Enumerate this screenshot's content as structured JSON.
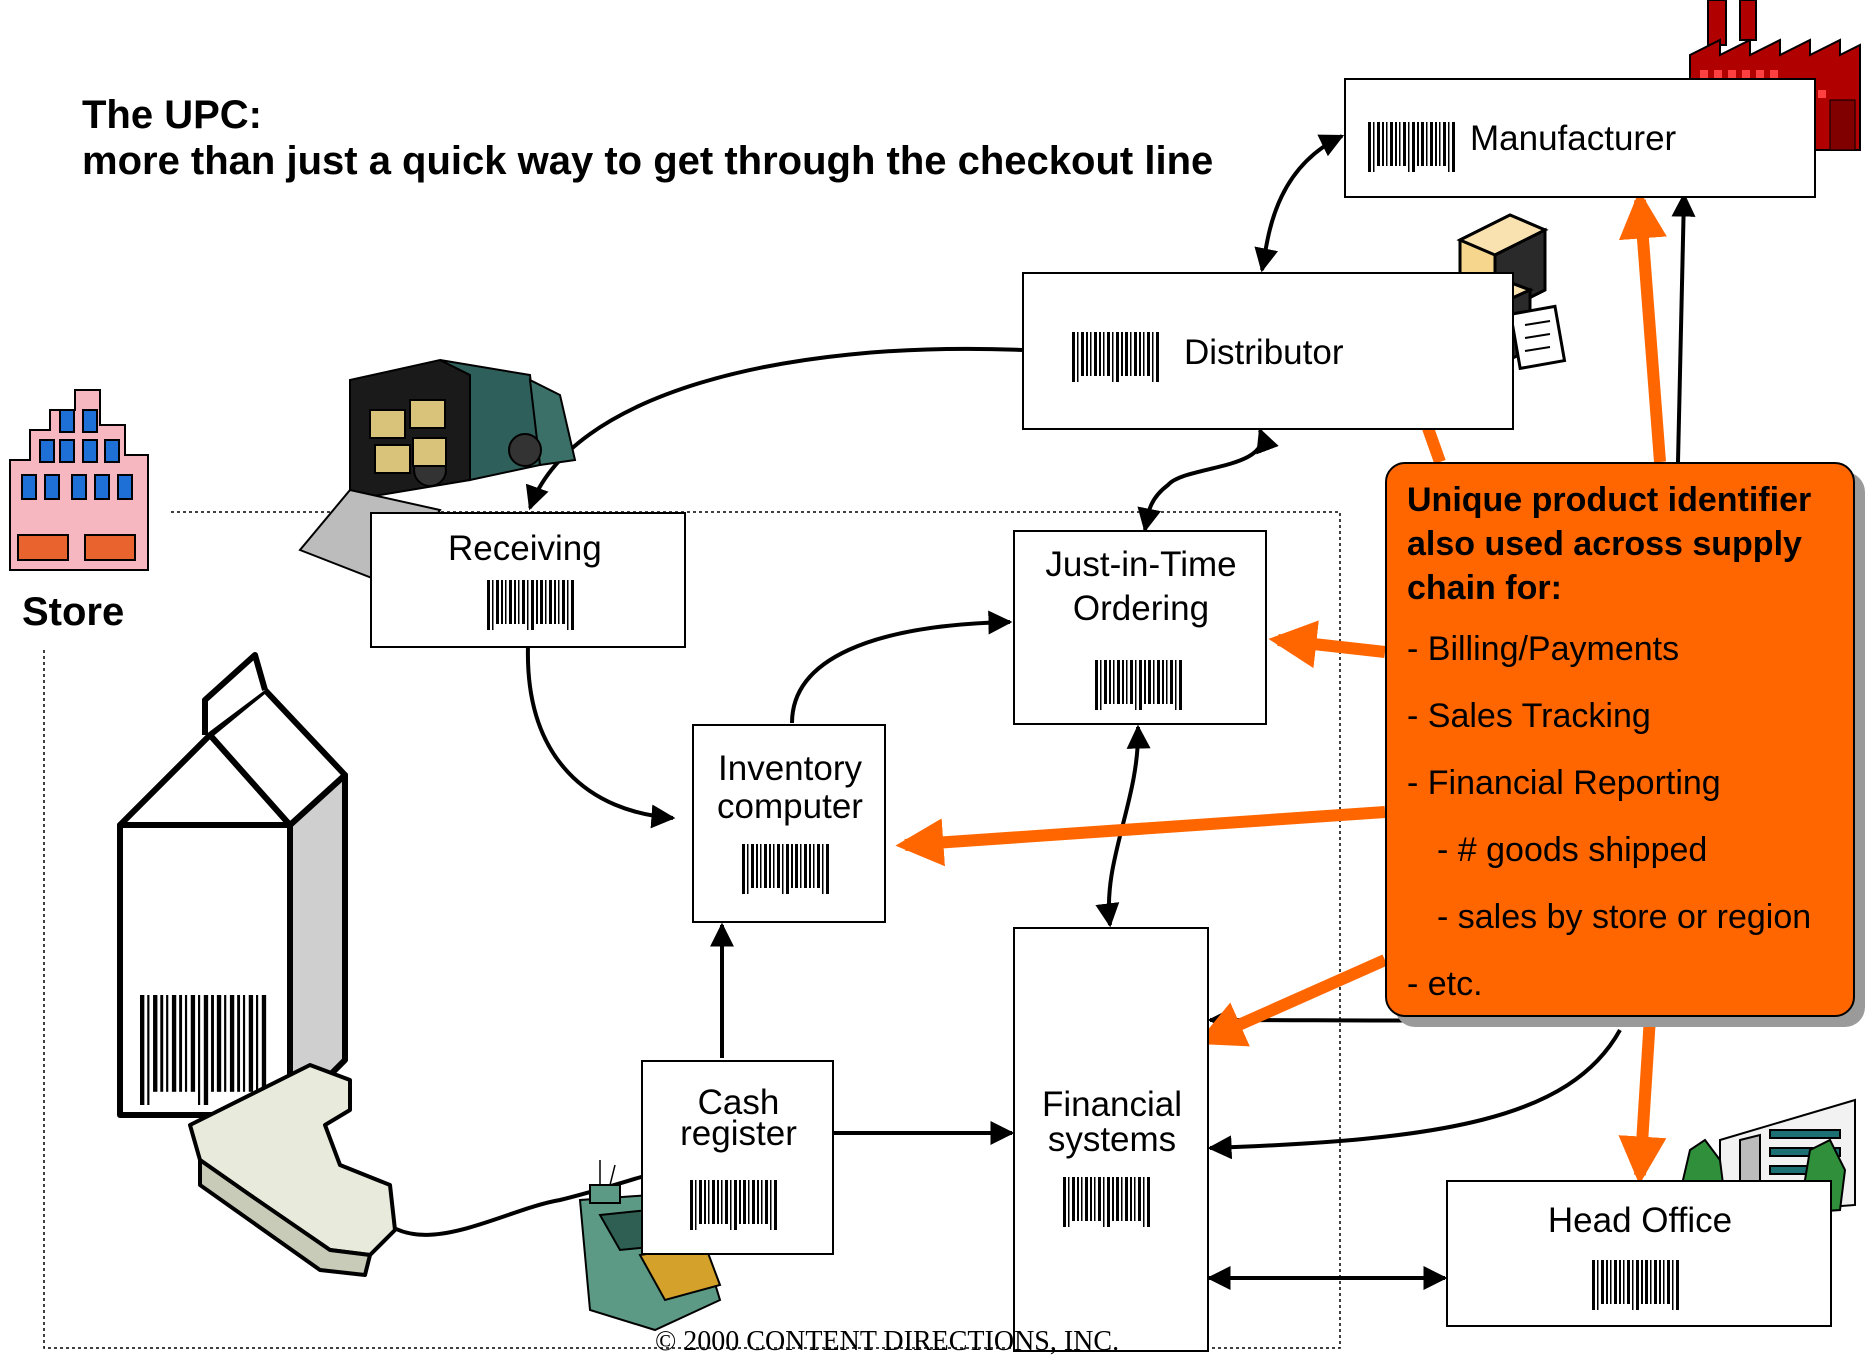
{
  "title": {
    "line1": "The UPC:",
    "line2": "more than just a quick way to get through the checkout line"
  },
  "store_label": "Store",
  "nodes": {
    "manufacturer": "Manufacturer",
    "distributor": "Distributor",
    "receiving": "Receiving",
    "jit_line1": "Just-in-Time",
    "jit_line2": "Ordering",
    "inventory_line1": "Inventory",
    "inventory_line2": "computer",
    "cash_line1": "Cash",
    "cash_line2": "register",
    "financial_line1": "Financial",
    "financial_line2": "systems",
    "head_office": "Head Office"
  },
  "callout": {
    "heading_line1": "Unique product identifier",
    "heading_line2": "also used across supply",
    "heading_line3": "chain for:",
    "items": [
      "- Billing/Payments",
      "- Sales Tracking",
      "- Financial Reporting",
      "- # goods shipped",
      "- sales by store or region",
      "- etc."
    ]
  },
  "icons": [
    "factory-icon",
    "boxes-icon",
    "delivery-truck-icon",
    "store-building-icon",
    "milk-carton-icon",
    "barcode-scanner-icon",
    "cash-register-icon",
    "office-building-icon",
    "barcode-icon"
  ],
  "colors": {
    "accent": "#ff6600",
    "callout_shadow": "#9a9a9a"
  },
  "copyright": "© 2000 CONTENT DIRECTIONS, INC."
}
